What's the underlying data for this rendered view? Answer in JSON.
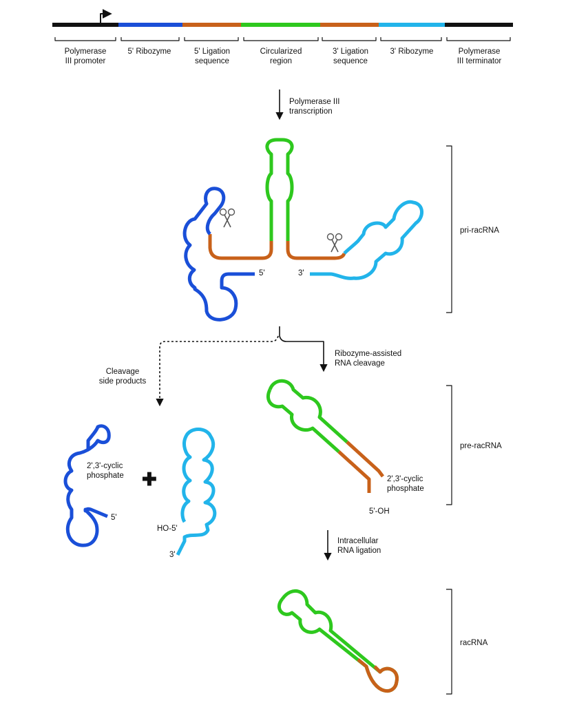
{
  "colors": {
    "promoter": "#111111",
    "ribozyme5": "#1a4fd8",
    "ligation": "#c8611a",
    "circularized": "#2ec81e",
    "ribozyme3": "#22b4ea",
    "terminator": "#111111"
  },
  "construct": {
    "segments": [
      {
        "label": "Polymerase\nIII promoter",
        "color_key": "promoter"
      },
      {
        "label": "5' Ribozyme",
        "color_key": "ribozyme5"
      },
      {
        "label": "5' Ligation\nsequence",
        "color_key": "ligation"
      },
      {
        "label": "Circularized\nregion",
        "color_key": "circularized"
      },
      {
        "label": "3' Ligation\nsequence",
        "color_key": "ligation"
      },
      {
        "label": "3' Ribozyme",
        "color_key": "ribozyme3"
      },
      {
        "label": "Polymerase\nIII terminator",
        "color_key": "terminator"
      }
    ]
  },
  "steps": {
    "transcription": "Polymerase III\ntranscription",
    "cleavage": "Ribozyme-assisted\nRNA cleavage",
    "side_products": "Cleavage\nside products",
    "ligation": "Intracellular\nRNA ligation"
  },
  "stages": {
    "pri": "pri-racRNA",
    "pre": "pre-racRNA",
    "rac": "racRNA"
  },
  "ends": {
    "five_prime": "5'",
    "three_prime": "3'",
    "cyclic_phosphate": "2',3'-cyclic\nphosphate",
    "five_oh": "5'-OH",
    "ho_five": "HO-5'"
  },
  "plus_symbol": "✚"
}
